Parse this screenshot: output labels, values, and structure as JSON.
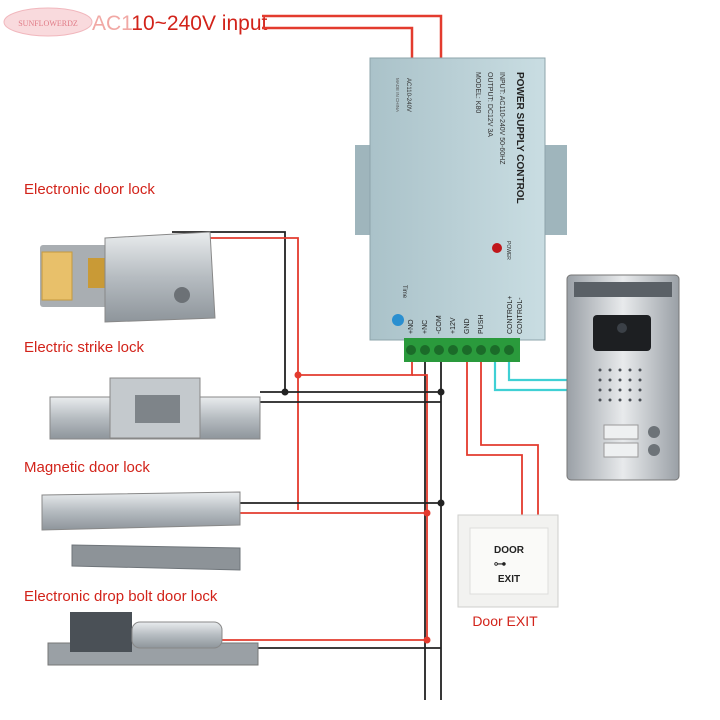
{
  "watermark": "SUNFLOWERDZ",
  "title": {
    "prefix": "AC1",
    "rest": "10~240V input"
  },
  "labels": {
    "door_lock": "Electronic door lock",
    "strike_lock": "Electric strike lock",
    "magnetic_lock": "Magnetic door lock",
    "drop_bolt": "Electronic drop bolt door lock",
    "exit_caption": "Door EXIT"
  },
  "power_supply": {
    "heading": "POWER SUPPLY CONTROL",
    "input": "INPUT: AC110-240V 50-60HZ",
    "output": "OUTPUT: DC12V 3A",
    "model": "MODEL: K80",
    "made_in": "MADE IN CHINA",
    "ac_label": "AC110-240V",
    "power_led": "POWER",
    "time": "Time",
    "terminals": [
      "+NO",
      "+NC",
      "-COM",
      "+12V",
      "GND",
      "PUSH",
      "CONTROL+",
      "CONTROL-"
    ]
  },
  "exit_button": {
    "line1": "DOOR",
    "line2": "EXIT"
  },
  "colors": {
    "red_wire": "#e33b2e",
    "black_wire": "#222222",
    "cyan_wire": "#3fd0d4",
    "box": "#bcd2d8",
    "label_red": "#d2231a"
  }
}
